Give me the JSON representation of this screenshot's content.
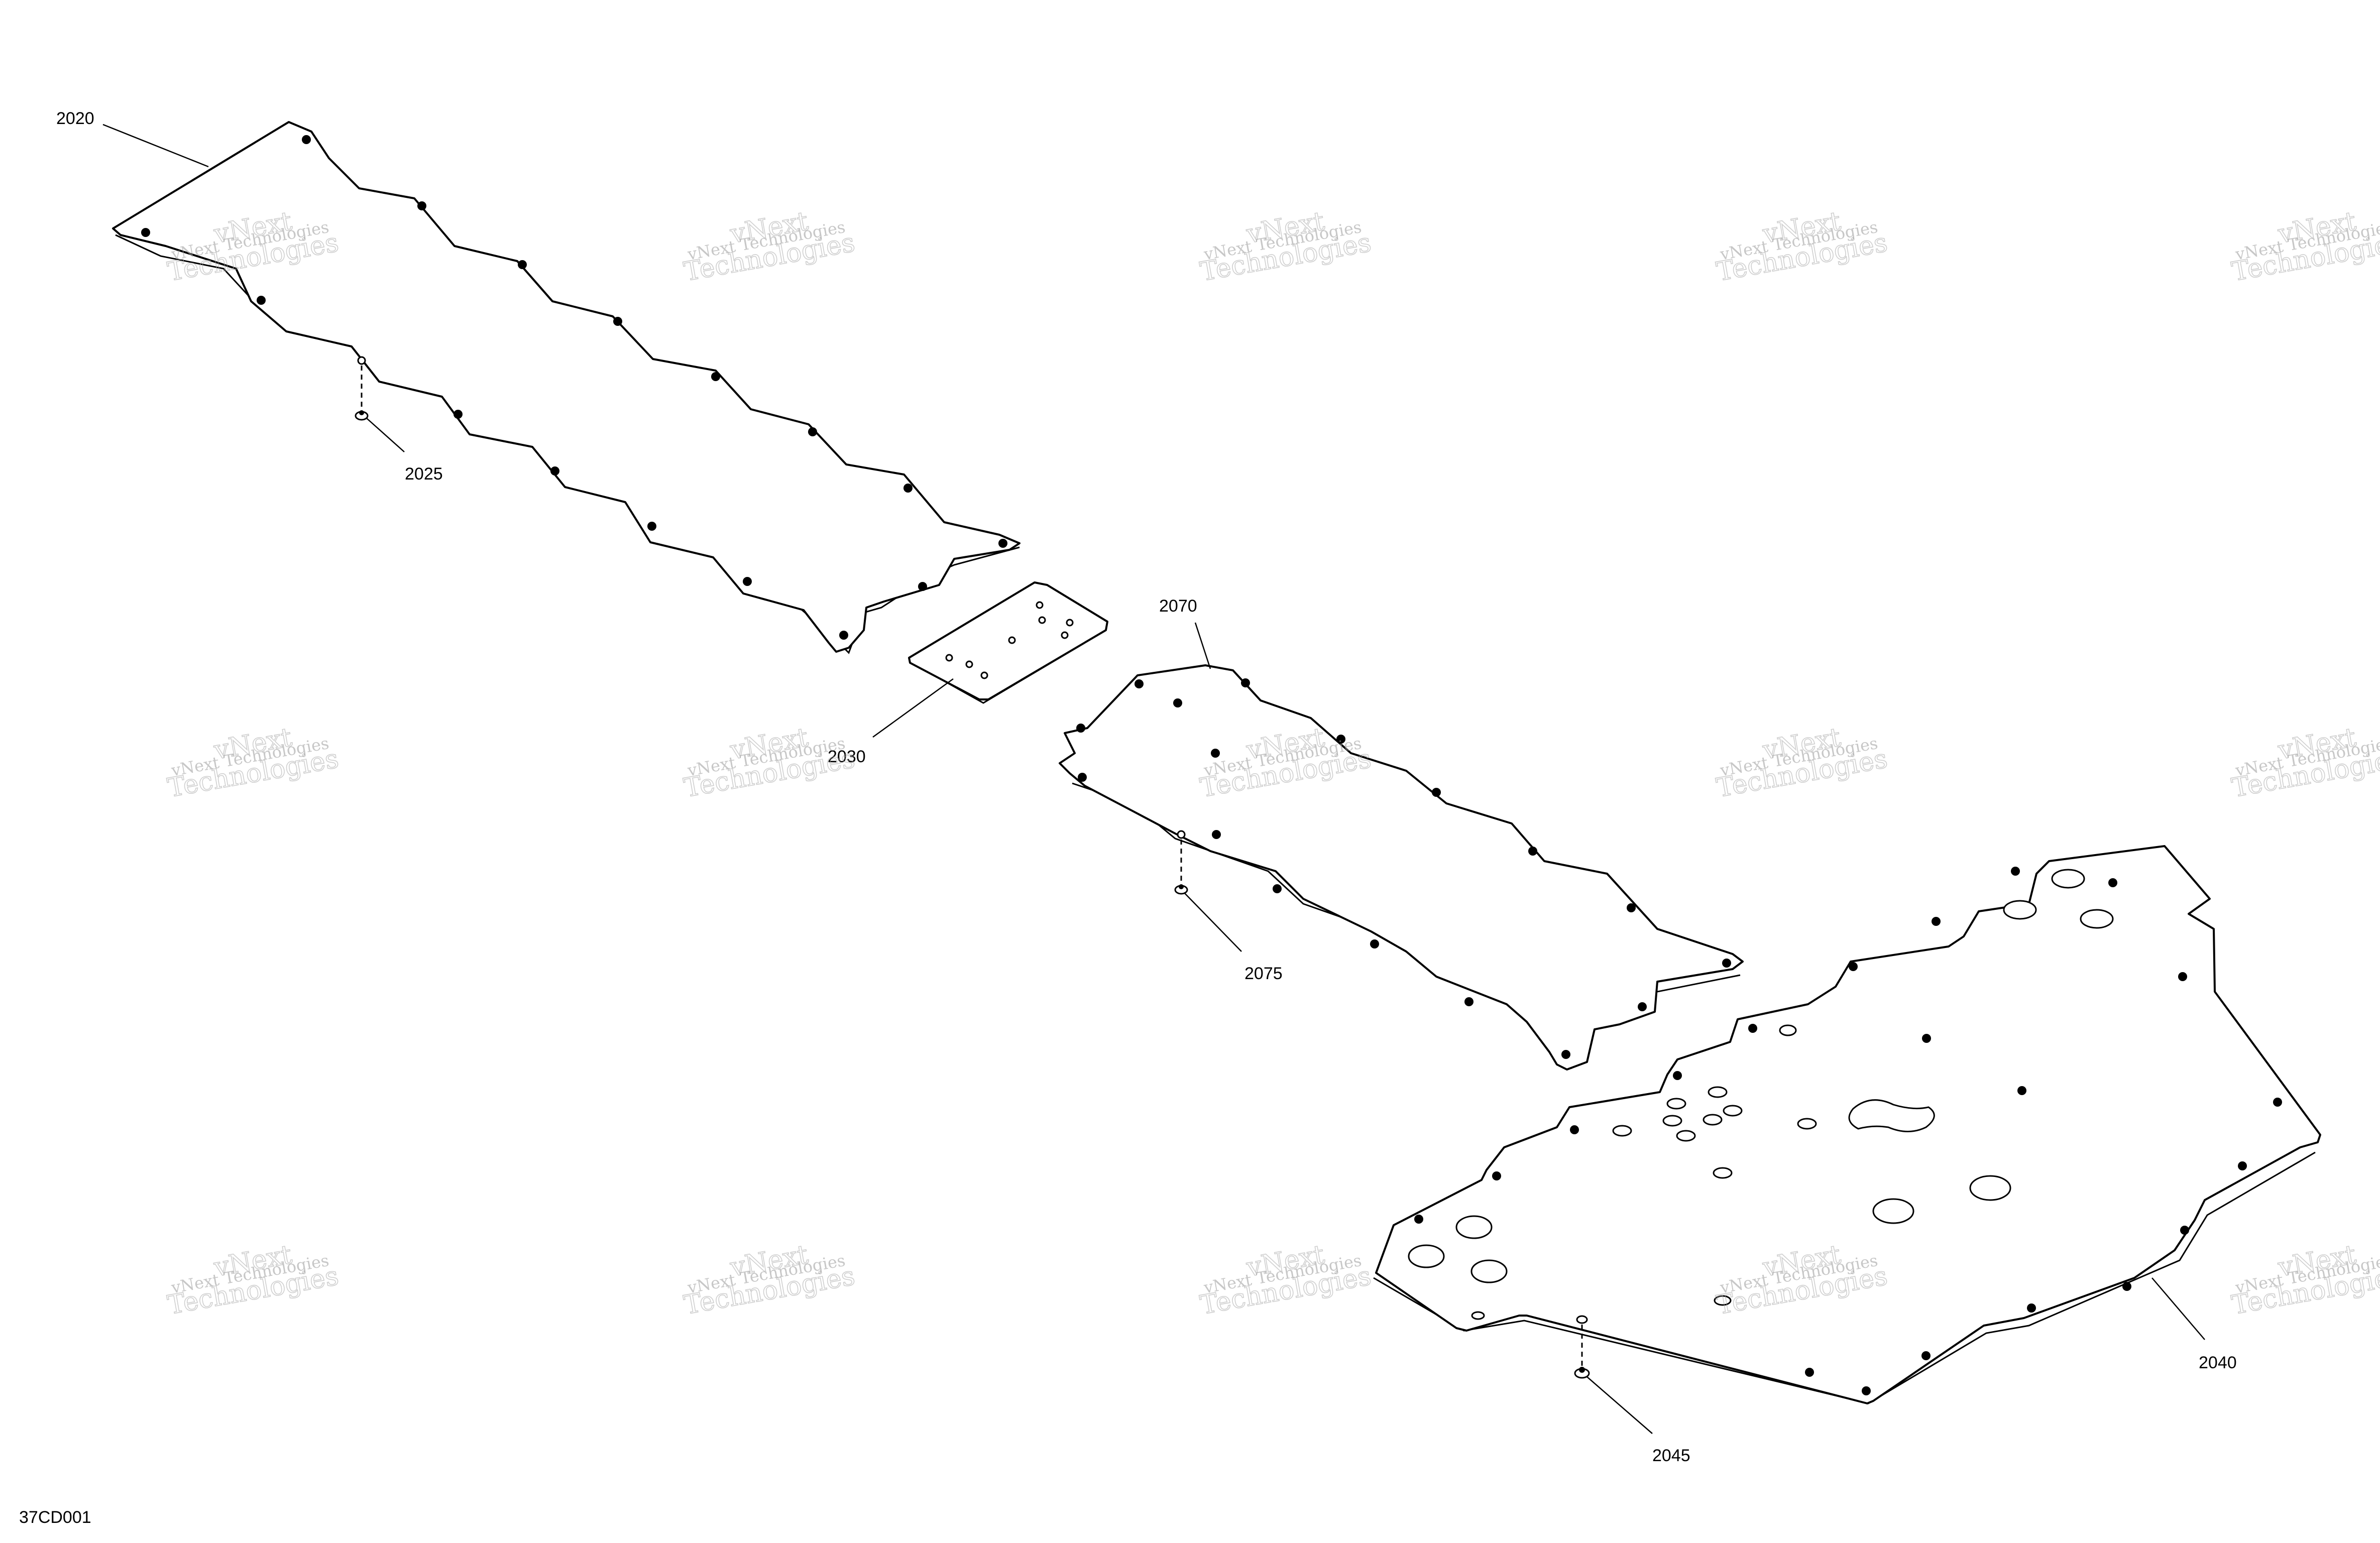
{
  "diagram": {
    "callouts": {
      "c2020": "2020",
      "c2025": "2025",
      "c2030": "2030",
      "c2070": "2070",
      "c2075": "2075",
      "c2040": "2040",
      "c2045": "2045"
    },
    "drawing_code": "37CD001"
  },
  "watermark": {
    "line1": "vNext Technologies",
    "line2": "vNext",
    "line3": "Technologies"
  }
}
